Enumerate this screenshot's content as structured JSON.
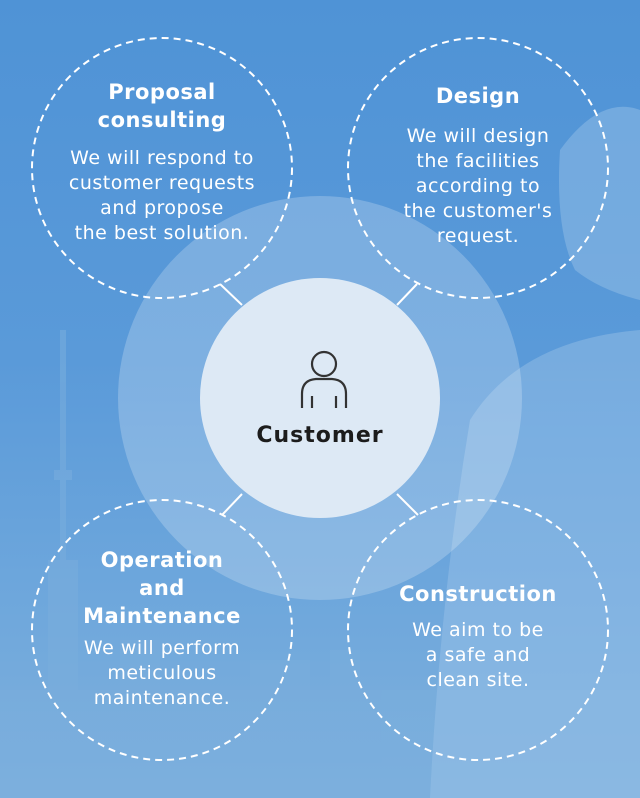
{
  "center": {
    "label": "Customer",
    "icon": "person-icon"
  },
  "nodes": [
    {
      "id": "proposal",
      "title": "Proposal\nconsulting",
      "description": "We will respond to\ncustomer requests\nand propose\nthe best solution."
    },
    {
      "id": "design",
      "title": "Design",
      "description": "We will design\nthe facilities\naccording to\nthe customer's\nrequest."
    },
    {
      "id": "operation",
      "title": "Operation\nand\nMaintenance",
      "description": "We will perform\nmeticulous\nmaintenance."
    },
    {
      "id": "construction",
      "title": "Construction",
      "description": "We aim to be\na safe and\nclean site."
    }
  ],
  "colors": {
    "background": "#5a9ad9",
    "inner_circle": "#dde9f5",
    "outer_ring": "#8bb8e4",
    "dashed_stroke": "#ffffff",
    "text_light": "#ffffff",
    "text_dark": "#1c1c1c"
  }
}
